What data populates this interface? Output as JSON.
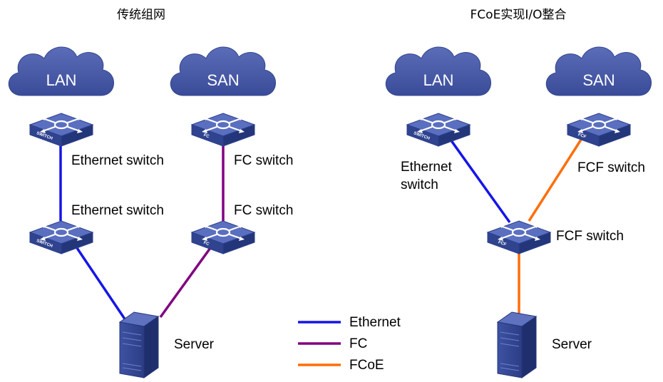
{
  "titles": {
    "left": "传统组网",
    "right": "FCoE实现I/O整合"
  },
  "left": {
    "clouds": {
      "lan": "LAN",
      "san": "SAN"
    },
    "switch_tags": {
      "lan_top": "SWITCH",
      "san_top": "FC",
      "lan_bottom": "SWITCH",
      "san_bottom": "FC"
    },
    "labels": {
      "ethernet_switch_top": "Ethernet switch",
      "ethernet_switch_bottom": "Ethernet switch",
      "fc_switch_top": "FC switch",
      "fc_switch_bottom": "FC switch",
      "server": "Server"
    }
  },
  "right": {
    "clouds": {
      "lan": "LAN",
      "san": "SAN"
    },
    "switch_tags": {
      "lan_top": "SWITCH",
      "san_top": "FCF",
      "center": "FCF"
    },
    "labels": {
      "ethernet_switch_line1": "Ethernet",
      "ethernet_switch_line2": "switch",
      "fcf_switch_top": "FCF switch",
      "fcf_switch_center": "FCF switch",
      "server": "Server"
    }
  },
  "legend": {
    "items": [
      {
        "label": "Ethernet",
        "color": "#1515e6"
      },
      {
        "label": "FC",
        "color": "#800080"
      },
      {
        "label": "FCoE",
        "color": "#ff6e0a"
      }
    ]
  },
  "colors": {
    "ethernet": "#1515e6",
    "fc": "#800080",
    "fcoe": "#ff6e0a",
    "device_blue": "#3c51a0"
  }
}
